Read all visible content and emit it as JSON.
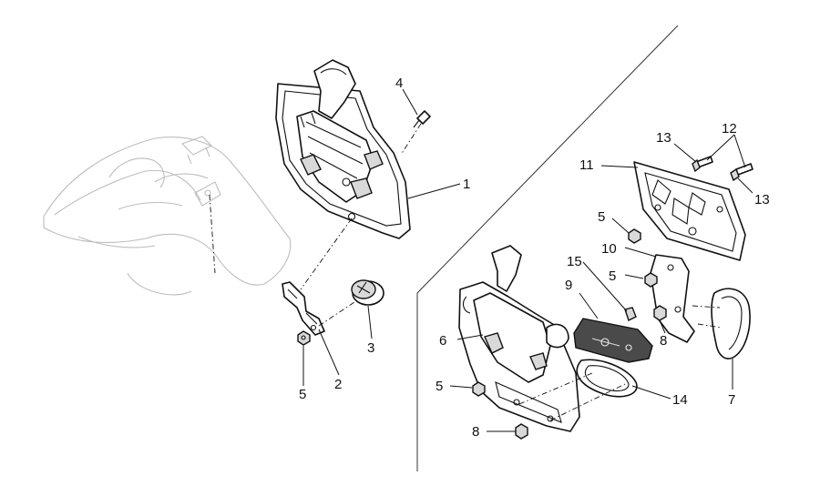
{
  "diagram": {
    "callouts": [
      "1",
      "2",
      "3",
      "4",
      "5",
      "5",
      "5",
      "5",
      "6",
      "7",
      "8",
      "8",
      "9",
      "10",
      "11",
      "12",
      "13",
      "13",
      "14",
      "15"
    ]
  }
}
